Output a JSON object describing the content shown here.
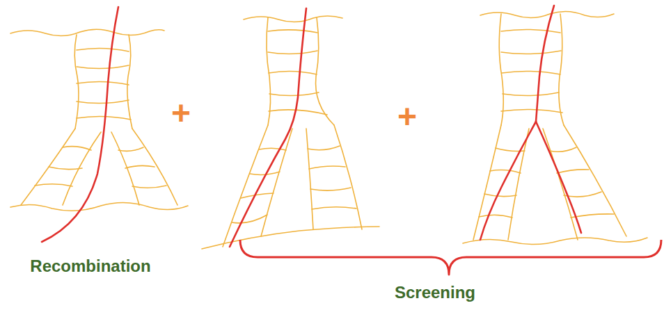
{
  "diagram": {
    "labels": [
      "+",
      "+",
      "Recombination",
      "Screening"
    ]
  }
}
